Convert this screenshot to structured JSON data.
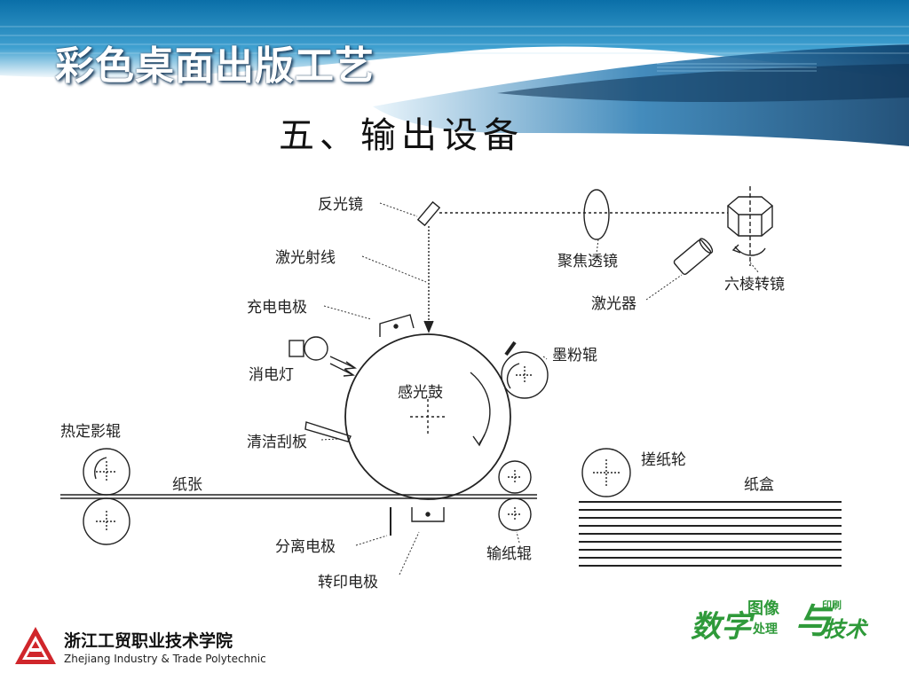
{
  "header": {
    "title": "彩色桌面出版工艺",
    "subtitle": "五、输出设备"
  },
  "diagram": {
    "labels": {
      "mirror": "反光镜",
      "laser_beam": "激光射线",
      "charge_electrode": "充电电极",
      "erase_lamp": "消电灯",
      "drum": "感光鼓",
      "cleaning_blade": "清洁刮板",
      "fuser_roller": "热定影辊",
      "paper": "纸张",
      "separation_electrode": "分离电极",
      "transfer_electrode": "转印电极",
      "feed_roller": "输纸辊",
      "toner_roller": "墨粉辊",
      "focus_lens": "聚焦透镜",
      "laser": "激光器",
      "hex_mirror": "六棱转镜",
      "pickup_roller": "搓纸轮",
      "paper_tray": "纸盒"
    }
  },
  "footer": {
    "school_cn": "浙江工贸职业技术学院",
    "school_en": "Zhejiang Industry & Trade Polytechnic",
    "brand_1": "数字",
    "brand_2": "图像",
    "brand_3": "处理",
    "brand_4": "与",
    "brand_5": "技术",
    "brand_6": "印刷"
  }
}
